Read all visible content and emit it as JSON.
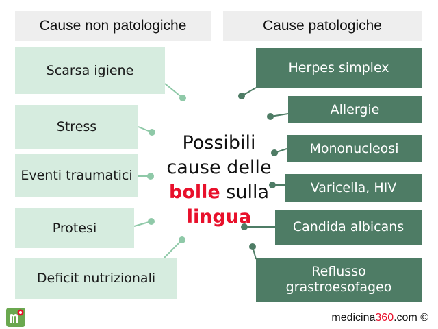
{
  "headers": {
    "left": "Cause non patologiche",
    "right": "Cause patologiche"
  },
  "left_causes": [
    "Scarsa igiene",
    "Stress",
    "Eventi traumatici",
    "Protesi",
    "Deficit nutrizionali"
  ],
  "right_causes": [
    "Herpes simplex",
    "Allergie",
    "Mononucleosi",
    "Varicella, HIV",
    "Candida albicans",
    "Reflusso grastroesofageo"
  ],
  "center": {
    "line1": "Possibili",
    "line2": "cause delle",
    "highlight1": "bolle",
    "line3_rest": " sulla",
    "highlight2": "lingua"
  },
  "footer": {
    "site_prefix": "medicina",
    "site_number": "360",
    "site_suffix": ".com ©"
  },
  "colors": {
    "light_box": "#d6ecdf",
    "dark_box": "#4e7c65",
    "connector": "#4e7c65",
    "connector_light": "#8fc9a8",
    "highlight": "#e8102b"
  },
  "icons": {
    "logo": "medicina360-logo-icon"
  }
}
